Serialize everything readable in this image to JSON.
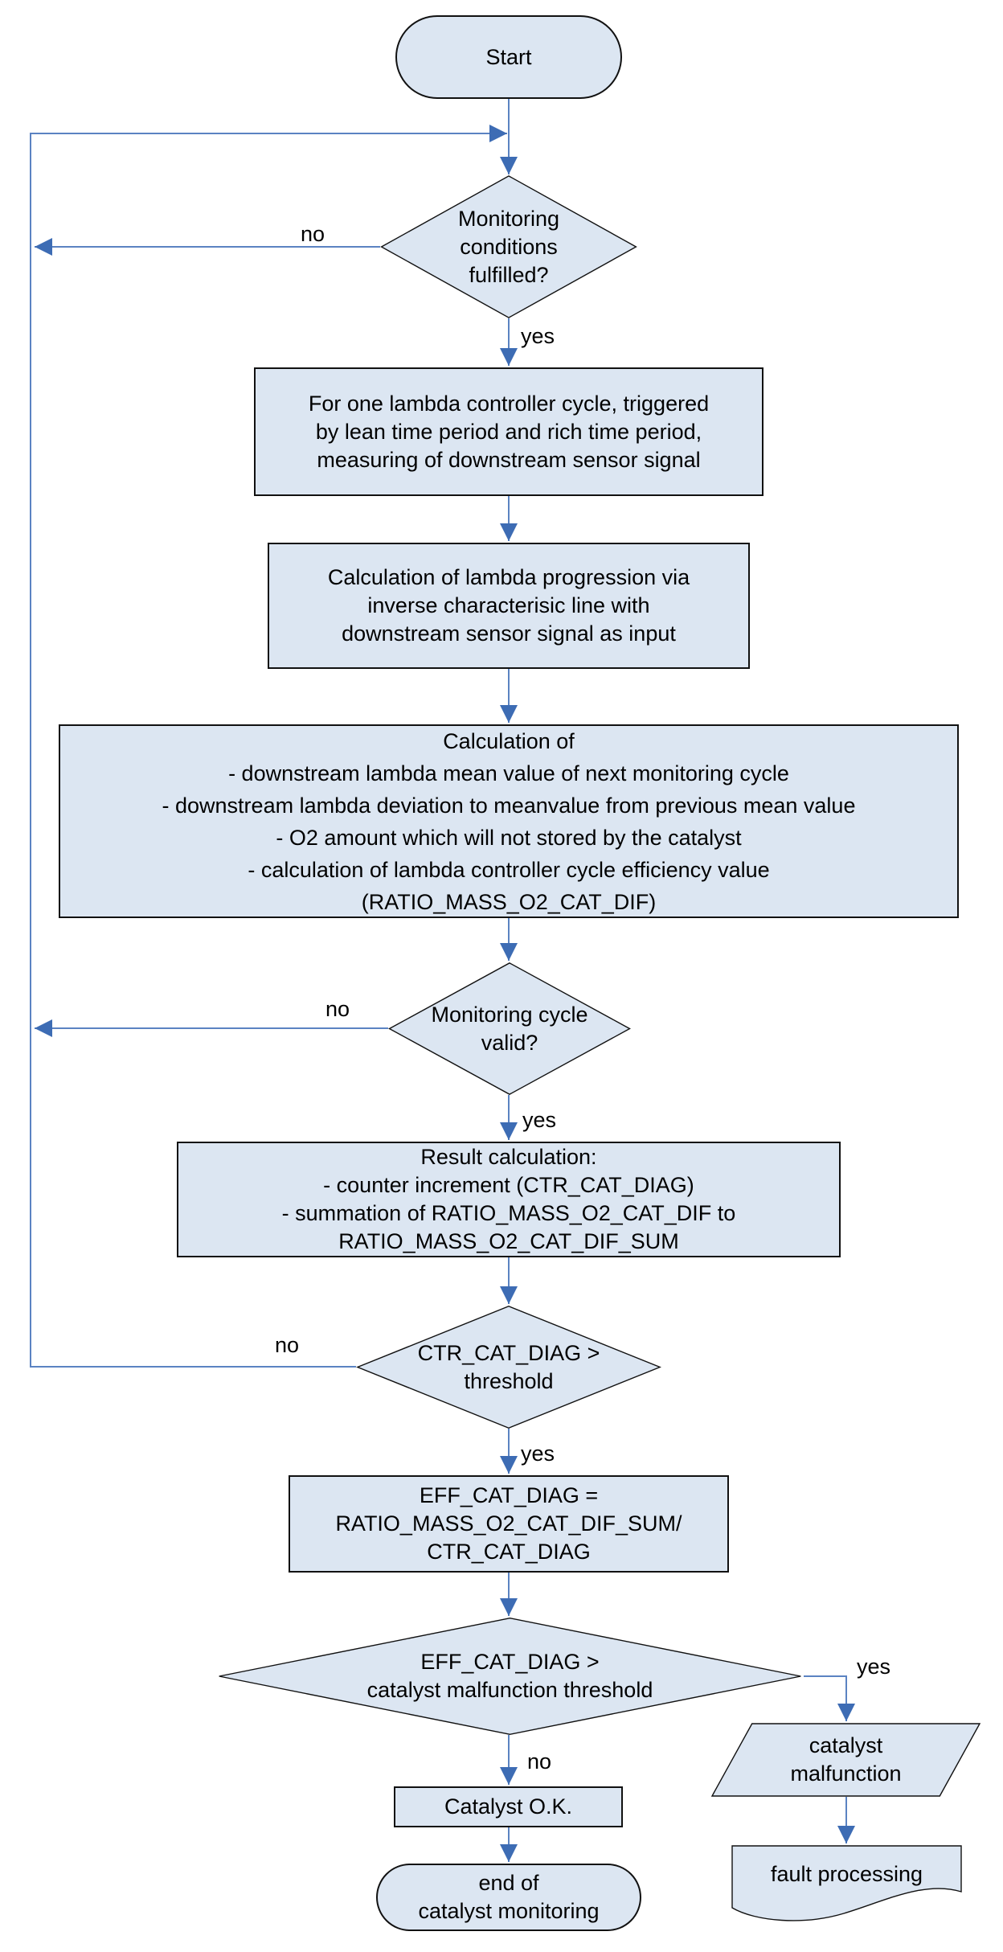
{
  "diagram": {
    "type": "flowchart",
    "subject": "catalyst monitoring",
    "colors": {
      "shape_fill": "#dce6f2",
      "shape_border": "#111111",
      "connector": "#5b83c2",
      "arrowhead": "#3d6cb4",
      "text": "#000000"
    },
    "nodes": [
      {
        "id": "start",
        "shape": "terminator",
        "label": "Start"
      },
      {
        "id": "monitoring-conditions",
        "shape": "decision",
        "label": "Monitoring\nconditions\nfulfilled?"
      },
      {
        "id": "measure-downstream",
        "shape": "process",
        "label": "For one lambda controller cycle, triggered\nby lean time period and rich time period,\nmeasuring of downstream sensor signal"
      },
      {
        "id": "lambda-progression",
        "shape": "process",
        "label": "Calculation of lambda progression via\ninverse characterisic line with\ndownstream sensor signal as input"
      },
      {
        "id": "calculation",
        "shape": "process",
        "label": "Calculation of\n- downstream lambda mean value of next monitoring cycle\n- downstream lambda deviation to meanvalue from previous mean value\n- O2 amount which will not stored by the catalyst\n- calculation of lambda controller cycle efficiency value\n(RATIO_MASS_O2_CAT_DIF)"
      },
      {
        "id": "cycle-valid",
        "shape": "decision",
        "label": "Monitoring cycle\nvalid?"
      },
      {
        "id": "result-calculation",
        "shape": "process",
        "label": "Result calculation:\n- counter increment (CTR_CAT_DIAG)\n- summation of RATIO_MASS_O2_CAT_DIF to\nRATIO_MASS_O2_CAT_DIF_SUM"
      },
      {
        "id": "counter-threshold",
        "shape": "decision",
        "label": "CTR_CAT_DIAG >\nthreshold"
      },
      {
        "id": "efficiency",
        "shape": "process",
        "label": "EFF_CAT_DIAG =\nRATIO_MASS_O2_CAT_DIF_SUM/\nCTR_CAT_DIAG"
      },
      {
        "id": "malfunction-threshold",
        "shape": "decision",
        "label": "EFF_CAT_DIAG >\ncatalyst malfunction threshold"
      },
      {
        "id": "catalyst-ok",
        "shape": "process",
        "label": "Catalyst O.K."
      },
      {
        "id": "end",
        "shape": "terminator",
        "label": "end of\ncatalyst monitoring"
      },
      {
        "id": "catalyst-malfunction",
        "shape": "data",
        "label": "catalyst\nmalfunction"
      },
      {
        "id": "fault-processing",
        "shape": "document",
        "label": "fault processing"
      }
    ],
    "edge_labels": [
      {
        "id": "monitoring-conditions-no",
        "text": "no"
      },
      {
        "id": "monitoring-conditions-yes",
        "text": "yes"
      },
      {
        "id": "cycle-valid-no",
        "text": "no"
      },
      {
        "id": "cycle-valid-yes",
        "text": "yes"
      },
      {
        "id": "counter-threshold-no",
        "text": "no"
      },
      {
        "id": "counter-threshold-yes",
        "text": "yes"
      },
      {
        "id": "malfunction-threshold-yes",
        "text": "yes"
      },
      {
        "id": "malfunction-threshold-no",
        "text": "no"
      }
    ]
  }
}
